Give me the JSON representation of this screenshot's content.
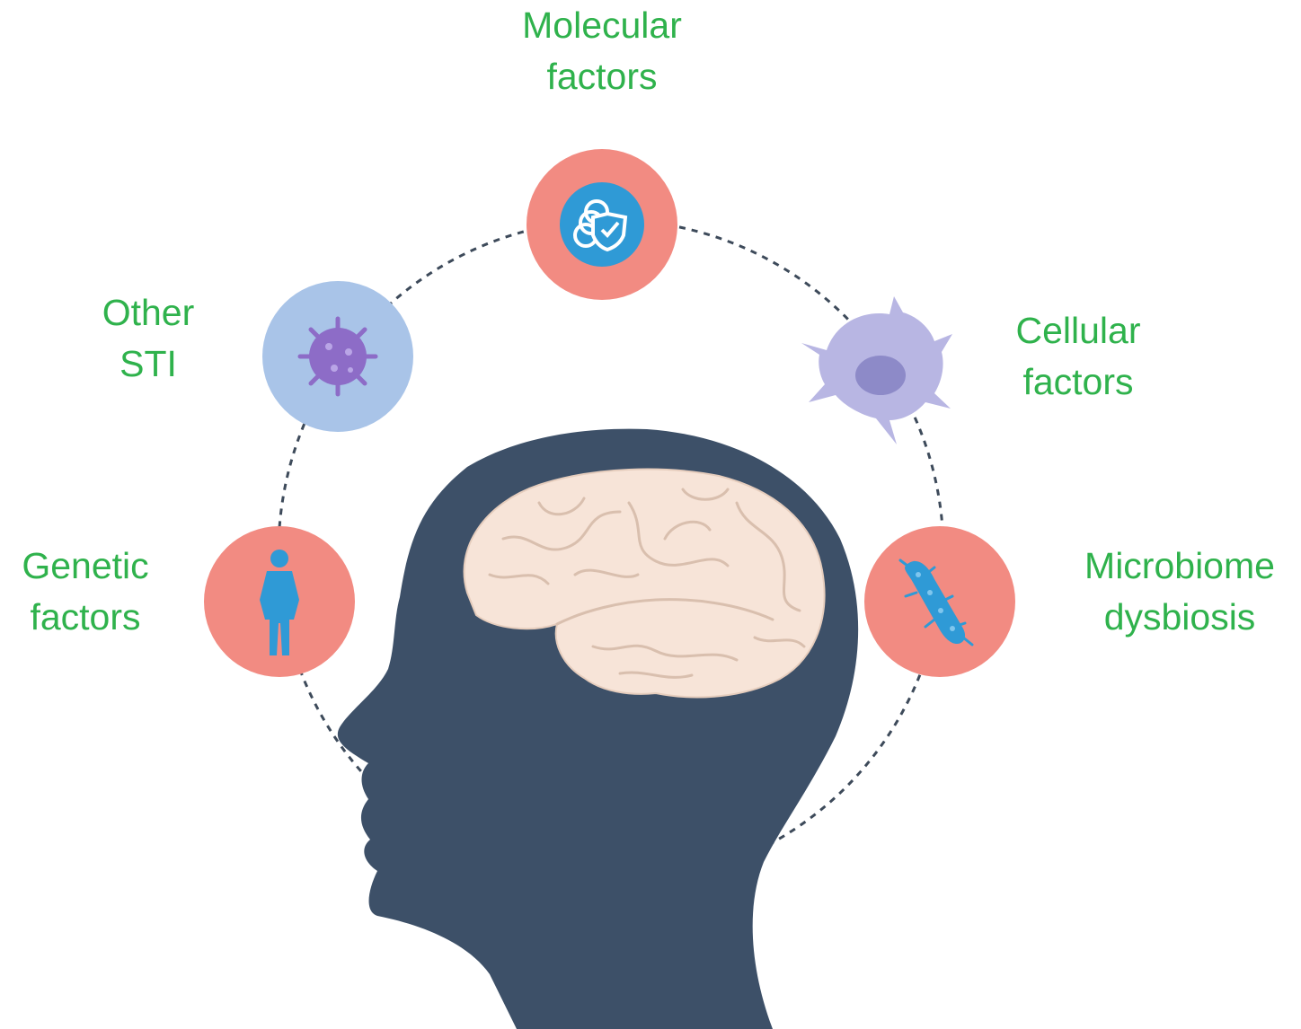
{
  "labels": {
    "molecular": [
      "Molecular",
      "factors"
    ],
    "other_sti": [
      "Other",
      "STI"
    ],
    "cellular": [
      "Cellular",
      "factors"
    ],
    "genetic": [
      "Genetic",
      "factors"
    ],
    "microbiome": [
      "Microbiome",
      "dysbiosis"
    ]
  },
  "colors": {
    "label_green": "#2fb24c",
    "head": "#3d5068",
    "brain": "#f7e4d8",
    "brain_lines": "#d9bfae",
    "node_coral": "#f28b82",
    "node_blue_light": "#a9c4e8",
    "virus_purple": "#8d6cc7",
    "icon_blue": "#2f9ad6",
    "cell_lavender": "#b8b6e3",
    "dashed_ring": "#3d4a5a"
  },
  "icons": {
    "molecular": "biohazard-shield-icon",
    "other_sti": "virus-icon",
    "cellular": "dendritic-cell-icon",
    "genetic": "human-body-icon",
    "microbiome": "bacterium-icon"
  }
}
